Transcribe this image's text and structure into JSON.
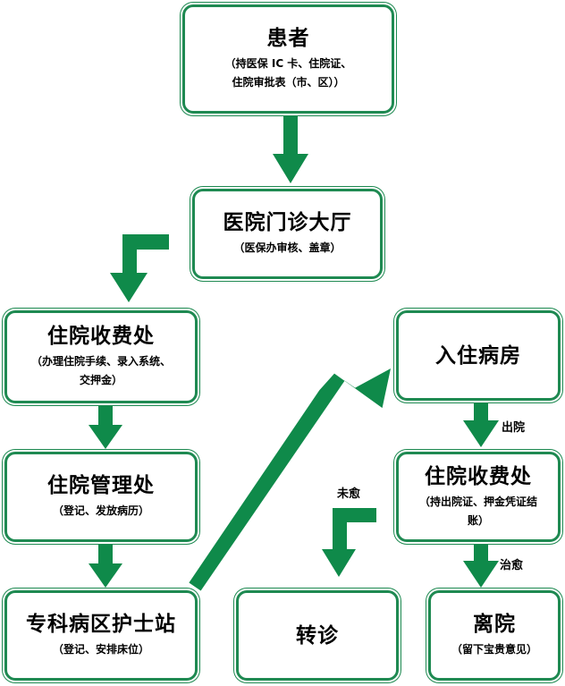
{
  "nodes": {
    "patient": {
      "title": "患者",
      "note_line1": "（持医保 IC 卡、住院证、",
      "note_line2": "住院审批表（市、区））"
    },
    "hall": {
      "title": "医院门诊大厅",
      "note": "（医保办审核、盖章）"
    },
    "billing_in": {
      "title": "住院收费处",
      "note_line1": "（办理住院手续、录入系统、",
      "note_line2": "交押金）"
    },
    "admin": {
      "title": "住院管理处",
      "note": "（登记、发放病历）"
    },
    "nurse": {
      "title": "专科病区护士站",
      "note": "（登记、安排床位）"
    },
    "ward": {
      "title": "入住病房"
    },
    "billing_out": {
      "title": "住院收费处",
      "note_line1": "（持出院证、押金凭证结",
      "note_line2": "账）"
    },
    "transfer": {
      "title": "转诊"
    },
    "leave": {
      "title": "离院",
      "note": "（留下宝贵意见）"
    }
  },
  "labels": {
    "discharge": "出院",
    "not_cured": "未愈",
    "cured": "治愈"
  },
  "colors": {
    "border": "#1f8a52",
    "arrow": "#0f8a4a"
  }
}
